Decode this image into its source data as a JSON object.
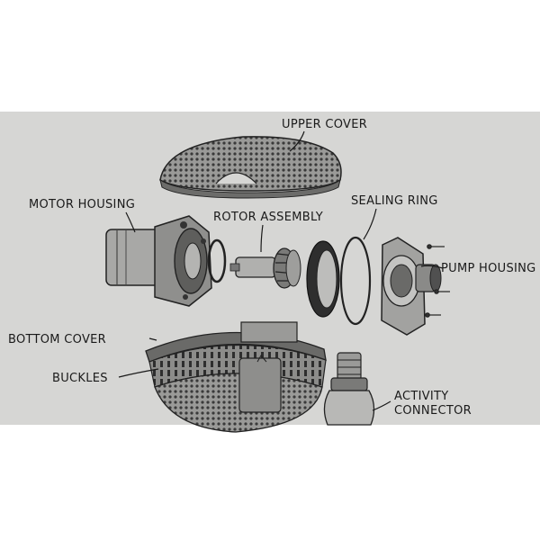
{
  "labels": {
    "upper_cover": "UPPER COVER",
    "motor_housing": "MOTOR HOUSING",
    "rotor_assembly": "ROTOR ASSEMBLY",
    "sealing_ring": "SEALING RING",
    "pump_housing": "PUMP HOUSING",
    "bottom_cover": "BOTTOM COVER",
    "buckles": "BUCKLES",
    "activity_connector_line1": "ACTIVITY",
    "activity_connector_line2": "CONNECTOR"
  },
  "colors": {
    "page": "#ffffff",
    "panel": "#d6d6d4",
    "ink": "#1a1a1a"
  }
}
